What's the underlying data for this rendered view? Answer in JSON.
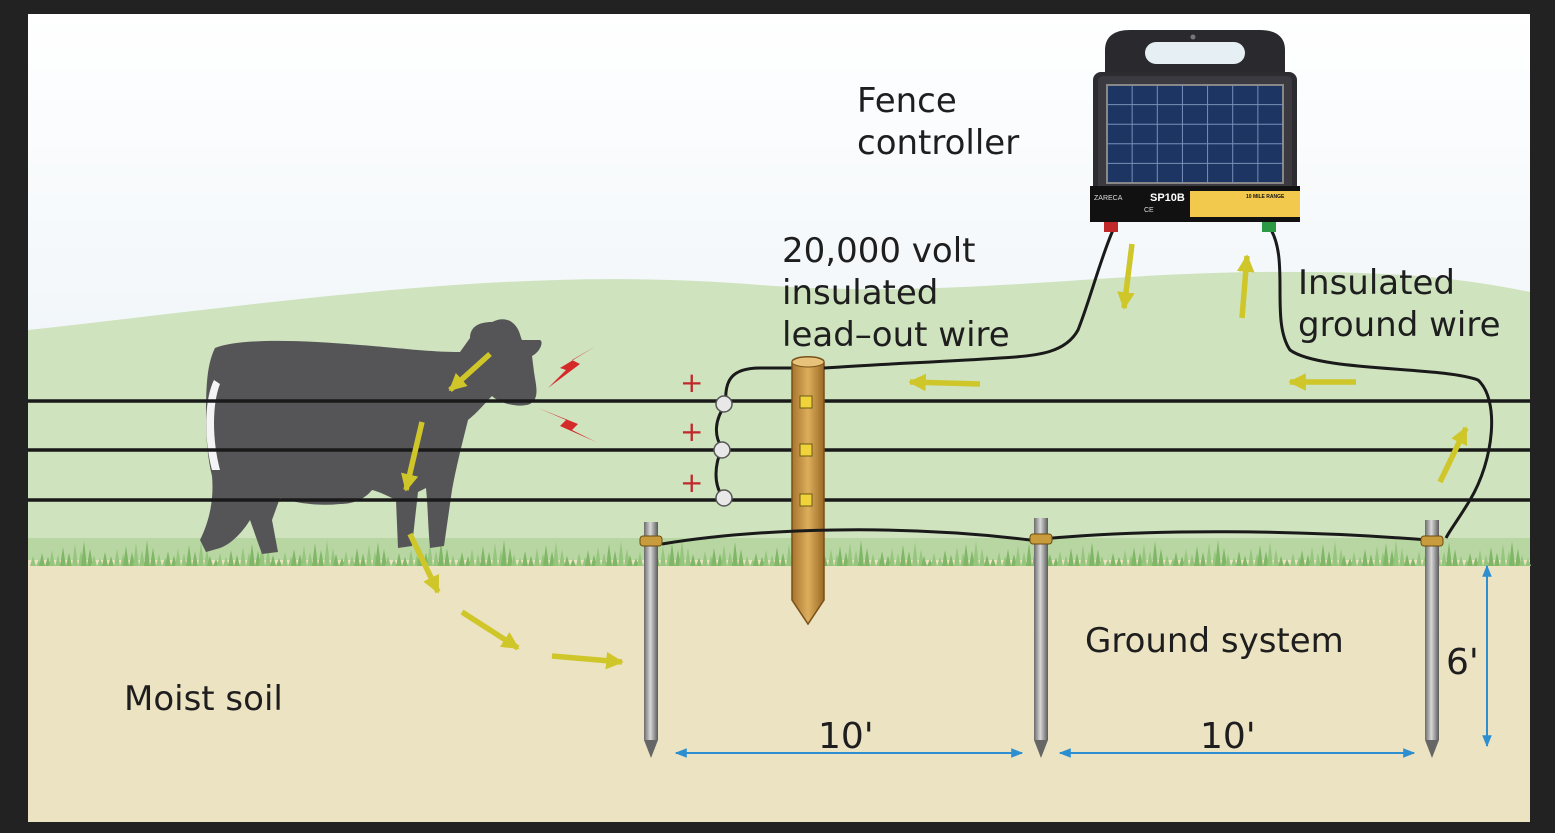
{
  "labels": {
    "fence_controller": [
      "Fence",
      "controller"
    ],
    "lead_out_wire": [
      "20,000 volt",
      "insulated",
      "lead–out wire"
    ],
    "ground_wire": [
      "Insulated",
      "ground wire"
    ],
    "ground_system": "Ground system",
    "moist_soil": "Moist soil",
    "spacing_left": "10'",
    "spacing_right": "10'",
    "rod_depth": "6'",
    "plus_1": "+",
    "plus_2": "+",
    "plus_3": "+"
  },
  "controller": {
    "brand": "ZARECA",
    "model": "SP10B",
    "range_badge": "10 MILE RANGE",
    "ce_mark": "CE"
  },
  "colors": {
    "frame": "#222222",
    "sky": "#e6eff4",
    "hill": "#cfe3bf",
    "grass": "#8fc077",
    "soil": "#ece3c3",
    "wire": "#1a1a1a",
    "arrow": "#cfc62a",
    "spark": "#d42a2a",
    "plus": "#c0282a",
    "dimension": "#2d8fd0",
    "cow": "#555557",
    "post": "#c99645",
    "insulator": "#f0d23a"
  },
  "icons": {
    "spark": "lightning-bolt-icon",
    "current": "arrow-icon",
    "solar": "solar-panel-icon"
  }
}
